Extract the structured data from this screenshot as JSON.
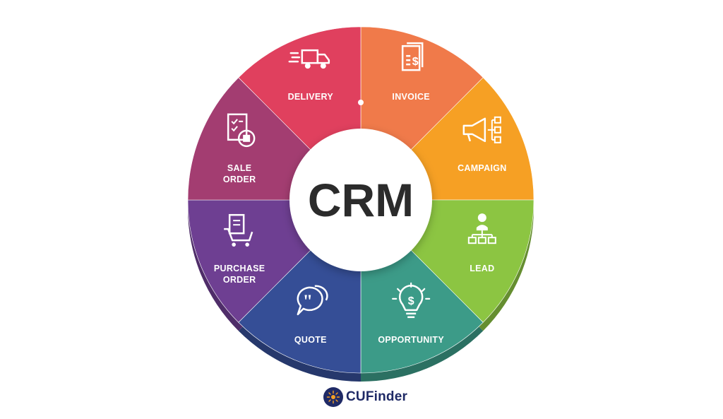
{
  "center_label": "CRM",
  "segments": [
    {
      "id": "invoice",
      "lines": [
        "INVOICE"
      ],
      "color": "#F07A4A",
      "icon": "invoice-icon"
    },
    {
      "id": "campaign",
      "lines": [
        "CAMPAIGN"
      ],
      "color": "#F6A024",
      "icon": "megaphone-icon"
    },
    {
      "id": "lead",
      "lines": [
        "LEAD"
      ],
      "color": "#8CC542",
      "icon": "org-chart-icon"
    },
    {
      "id": "opportunity",
      "lines": [
        "OPPORTUNITY"
      ],
      "color": "#3C9B88",
      "icon": "lightbulb-dollar-icon"
    },
    {
      "id": "quote",
      "lines": [
        "QUOTE"
      ],
      "color": "#354E96",
      "icon": "quote-bubble-icon"
    },
    {
      "id": "purchase-order",
      "lines": [
        "PURCHASE",
        "ORDER"
      ],
      "color": "#6E3F92",
      "icon": "cart-document-icon"
    },
    {
      "id": "sale-order",
      "lines": [
        "SALE",
        "ORDER"
      ],
      "color": "#A33D71",
      "icon": "checklist-box-icon"
    },
    {
      "id": "delivery",
      "lines": [
        "DELIVERY"
      ],
      "color": "#E0405E",
      "icon": "delivery-truck-icon"
    }
  ],
  "brand": {
    "name": "CUFinder",
    "logo_color": "#1f2a66"
  }
}
